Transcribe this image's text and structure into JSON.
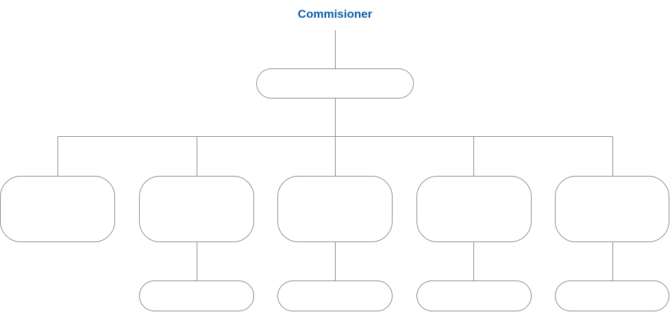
{
  "diagram": {
    "title": "Commisioner",
    "title_color": "#0b5ea8",
    "line_color": "#8a8a8a",
    "box_border_color": "#8a8a8a",
    "box_fill_color": "#ffffff",
    "nodes": [
      {
        "id": "deputy",
        "label": ""
      },
      {
        "id": "division-1",
        "label": ""
      },
      {
        "id": "division-2",
        "label": ""
      },
      {
        "id": "division-3",
        "label": ""
      },
      {
        "id": "division-4",
        "label": ""
      },
      {
        "id": "division-5",
        "label": ""
      },
      {
        "id": "unit-2",
        "label": ""
      },
      {
        "id": "unit-3",
        "label": ""
      },
      {
        "id": "unit-4",
        "label": ""
      },
      {
        "id": "unit-5",
        "label": ""
      }
    ]
  }
}
